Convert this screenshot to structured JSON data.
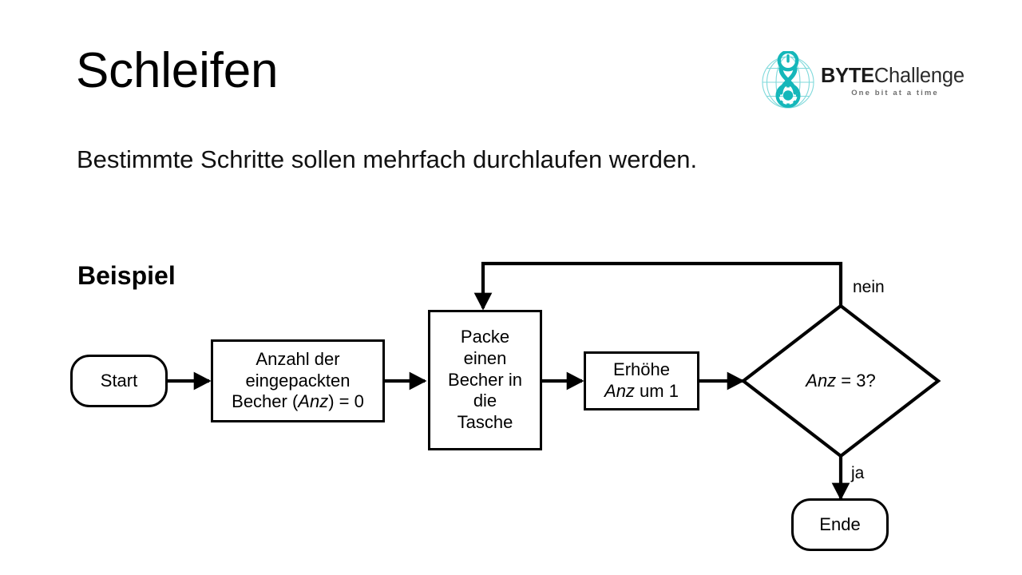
{
  "slide": {
    "title": "Schleifen",
    "subtitle": "Bestimmte Schritte sollen mehrfach durchlaufen werden.",
    "section_heading": "Beispiel",
    "background_color": "#ffffff",
    "text_color": "#000000"
  },
  "logo": {
    "name": "byte-challenge-logo",
    "brand_bold": "BYTE",
    "brand_light": "Challenge",
    "tagline": "One bit at a time",
    "accent_color": "#15b7ba",
    "mark_description": "globe-with-power-button-and-gear-icon"
  },
  "flowchart": {
    "type": "flowchart",
    "nodes": [
      {
        "id": "start",
        "shape": "terminal",
        "label": "Start"
      },
      {
        "id": "init",
        "shape": "process",
        "label_parts": [
          "Anzahl der",
          "eingepackten",
          "Becher (",
          "Anz",
          ") = 0"
        ],
        "label_plain": "Anzahl der eingepackten Becher (Anz) = 0",
        "line1": "Anzahl der",
        "line2": "eingepackten",
        "line3_pre": "Becher (",
        "line3_em": "Anz",
        "line3_post": ") = 0"
      },
      {
        "id": "pack",
        "shape": "process",
        "label_plain": "Packe einen Becher in die Tasche",
        "line1": "Packe",
        "line2": "einen",
        "line3": "Becher in",
        "line4": "die",
        "line5": "Tasche"
      },
      {
        "id": "increment",
        "shape": "process",
        "label_plain": "Erhöhe Anz um 1",
        "line1": "Erhöhe",
        "line2_em": "Anz",
        "line2_post": " um 1"
      },
      {
        "id": "decision",
        "shape": "diamond",
        "label_plain": "Anz = 3?",
        "label_em": "Anz",
        "label_post": " = 3?"
      },
      {
        "id": "end",
        "shape": "terminal",
        "label": "Ende"
      }
    ],
    "edge_labels": {
      "no": "nein",
      "yes": "ja"
    },
    "edges": [
      {
        "from": "start",
        "to": "init",
        "label": ""
      },
      {
        "from": "init",
        "to": "pack",
        "label": ""
      },
      {
        "from": "pack",
        "to": "increment",
        "label": ""
      },
      {
        "from": "increment",
        "to": "decision",
        "label": ""
      },
      {
        "from": "decision",
        "to": "pack",
        "label": "nein"
      },
      {
        "from": "decision",
        "to": "end",
        "label": "ja"
      }
    ]
  }
}
